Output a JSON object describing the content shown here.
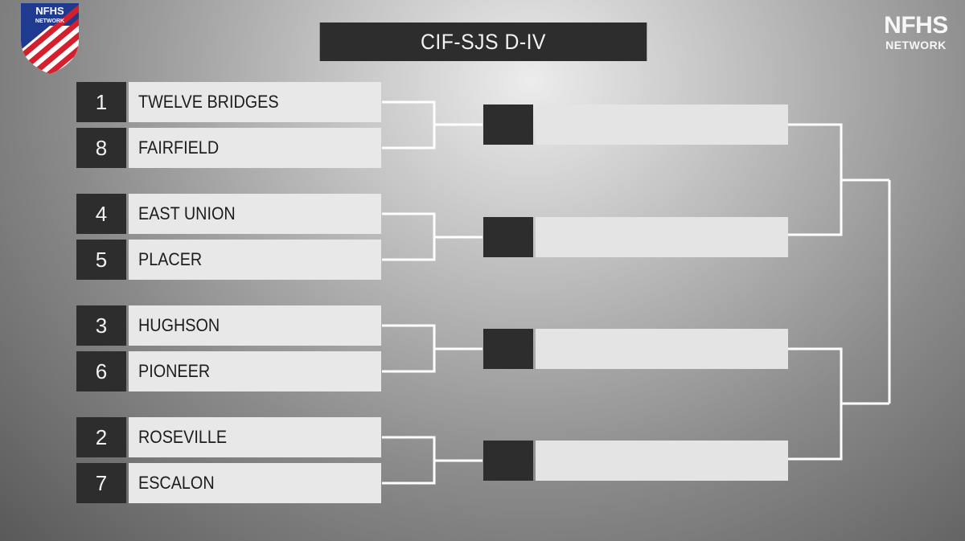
{
  "logo": {
    "left_top": "NFHS",
    "left_bottom": "NETWORK",
    "right_top": "NFHS",
    "right_bottom": "NETWORK"
  },
  "title": "CIF-SJS D-IV",
  "colors": {
    "dark_box": "#2d2d2d",
    "light_box": "#e8e8e8",
    "line": "#ffffff",
    "logo_red": "#d4202c",
    "logo_blue": "#1f3a8f"
  },
  "matchups": [
    {
      "top": {
        "seed": "1",
        "team": "TWELVE BRIDGES"
      },
      "bottom": {
        "seed": "8",
        "team": "FAIRFIELD"
      }
    },
    {
      "top": {
        "seed": "4",
        "team": "EAST UNION"
      },
      "bottom": {
        "seed": "5",
        "team": "PLACER"
      }
    },
    {
      "top": {
        "seed": "3",
        "team": "HUGHSON"
      },
      "bottom": {
        "seed": "6",
        "team": "PIONEER"
      }
    },
    {
      "top": {
        "seed": "2",
        "team": "ROSEVILLE"
      },
      "bottom": {
        "seed": "7",
        "team": "ESCALON"
      }
    }
  ],
  "round2": [
    {
      "seed": "",
      "team": ""
    },
    {
      "seed": "",
      "team": ""
    },
    {
      "seed": "",
      "team": ""
    },
    {
      "seed": "",
      "team": ""
    }
  ]
}
